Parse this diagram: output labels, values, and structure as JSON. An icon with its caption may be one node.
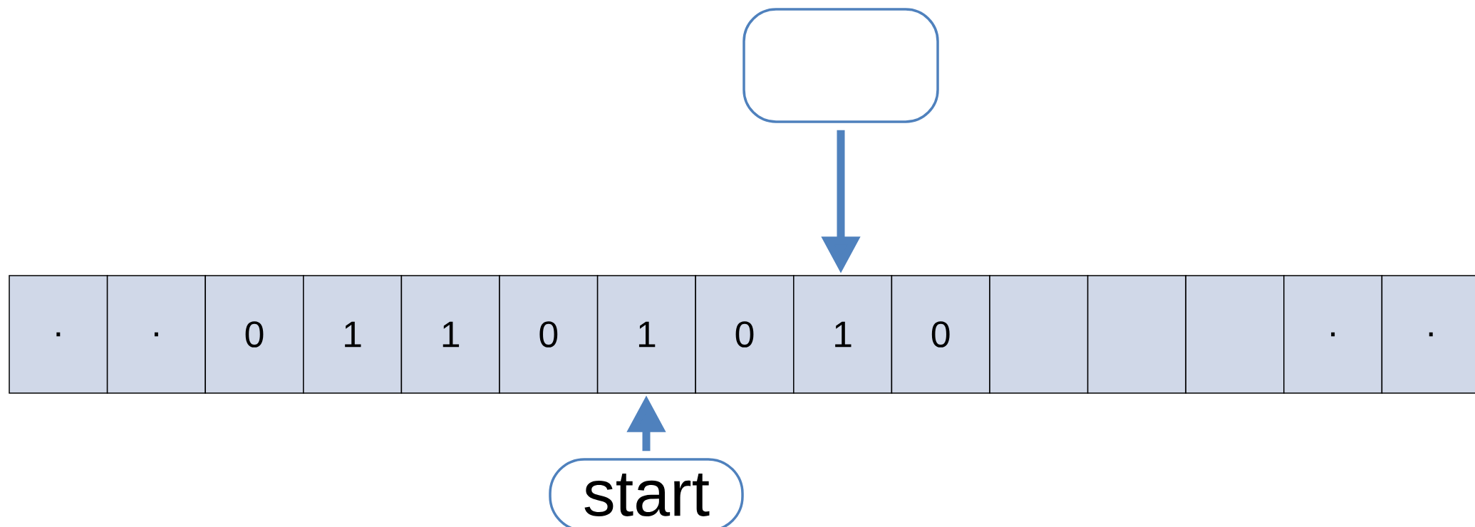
{
  "diagram": {
    "nodes": [
      {
        "text": [],
        "shape": "box"
      },
      {
        "text": [
          "."
        ]
      },
      {
        "text": [
          "."
        ]
      },
      {
        "text": [
          "0"
        ]
      },
      {
        "text": [
          "1"
        ]
      },
      {
        "text": [
          "1"
        ]
      },
      {
        "text": [
          "0"
        ]
      },
      {
        "text": [
          "1"
        ]
      },
      {
        "text": [
          "0"
        ]
      },
      {
        "text": [
          "1"
        ]
      },
      {
        "text": [
          "0"
        ]
      },
      {
        "text": [],
        "shape": "box"
      },
      {
        "text": [],
        "shape": "box"
      },
      {
        "text": [],
        "shape": "box"
      },
      {
        "text": [
          "."
        ]
      },
      {
        "text": [
          "."
        ]
      },
      {
        "text": [
          "start"
        ]
      }
    ],
    "edges": [
      {
        "from": 0,
        "to": 9,
        "arrow": "to"
      },
      {
        "from": 16,
        "to": 7,
        "arrow": "to"
      }
    ]
  }
}
